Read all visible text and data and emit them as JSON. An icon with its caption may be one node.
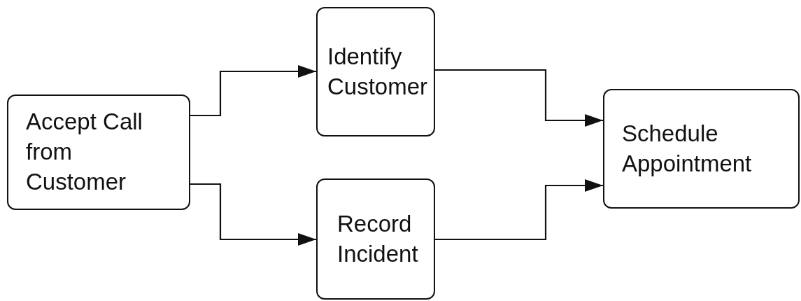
{
  "diagram": {
    "nodes": [
      {
        "text": [
          "Accept Call from Customer"
        ]
      },
      {
        "text": [
          "Identify Customer"
        ]
      },
      {
        "text": [
          "Record Incident"
        ]
      },
      {
        "text": [
          "Schedule Appointment"
        ]
      }
    ],
    "edges": [
      {
        "from": 0,
        "to": 1,
        "arrow": "to"
      },
      {
        "from": 0,
        "to": 2,
        "arrow": "to"
      },
      {
        "from": 1,
        "to": 3,
        "arrow": "to"
      },
      {
        "from": 2,
        "to": 3,
        "arrow": "to"
      }
    ]
  }
}
